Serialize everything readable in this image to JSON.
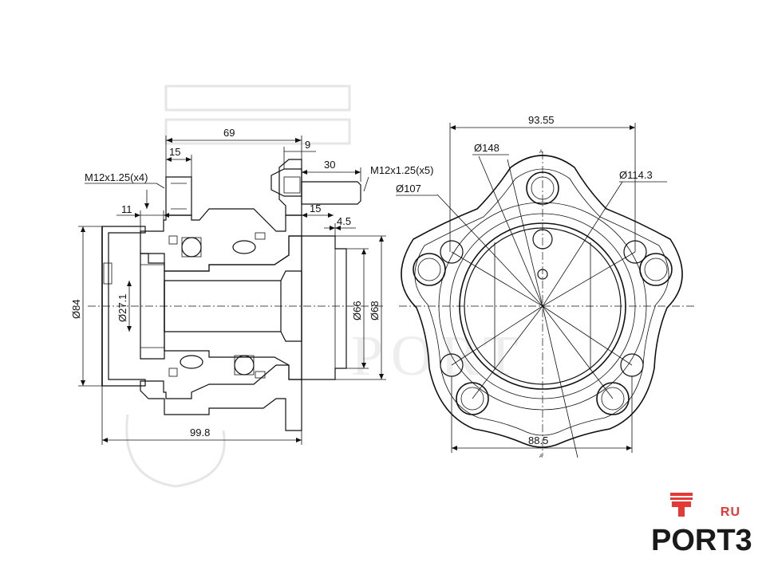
{
  "dimensions": {
    "d69": "69",
    "d15_top": "15",
    "d9": "9",
    "d30": "30",
    "thread_bolt": "M12x1.25(x4)",
    "thread_stud": "M12x1.25(x5)",
    "d11": "11",
    "d15_mid": "15",
    "d4_5": "4.5",
    "dia84": "Ø84",
    "dia27_1": "Ø27.1",
    "dia66": "Ø66",
    "dia68": "Ø68",
    "d99_8": "99.8",
    "d93_55": "93.55",
    "dia148": "Ø148",
    "dia114_3": "Ø114.3",
    "dia107": "Ø107",
    "d88_5": "88.5",
    "mark_a_top": "A",
    "mark_a_bottom": "A"
  },
  "logo": {
    "brand": "PORT3",
    "suffix": "RU",
    "accent_color": "#e53935"
  },
  "colors": {
    "line": "#111111",
    "hatch": "#555555",
    "watermark": "#e6e6e6"
  }
}
